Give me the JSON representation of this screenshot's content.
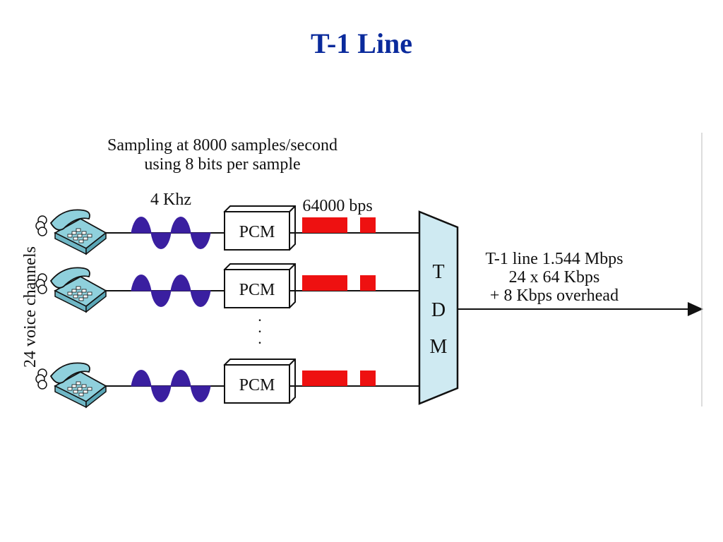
{
  "title": "T-1 Line",
  "colors": {
    "title": "#0a2a9c",
    "wave": "#3a1fa0",
    "pulse": "#ee1111",
    "tdm_fill": "#cfeaf2",
    "phone": "#8fd0dc"
  },
  "diagram": {
    "sampling_line1": "Sampling at 8000 samples/second",
    "sampling_line2": "using 8 bits per sample",
    "frequency_label": "4 Khz",
    "bitrate_label": "64000 bps",
    "side_label": "24 voice channels",
    "channels": [
      {
        "encoder_label": "PCM"
      },
      {
        "encoder_label": "PCM"
      },
      {
        "encoder_label": "PCM"
      }
    ],
    "ellipsis": ". . .",
    "tdm_letters": [
      "T",
      "D",
      "M"
    ],
    "output_line1": "T-1 line 1.544 Mbps",
    "output_line2": "24 x 64 Kbps",
    "output_line3": "+ 8 Kbps overhead"
  }
}
